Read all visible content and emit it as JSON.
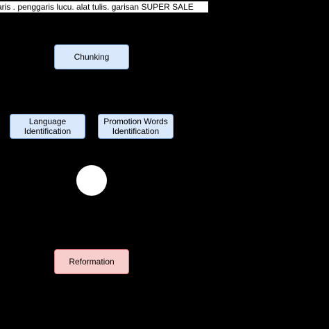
{
  "banner": {
    "text": "aris . penggaris lucu. alat tulis. garisan SUPER SALE"
  },
  "diagram": {
    "nodes": [
      {
        "id": "chunking",
        "label": "Chunking",
        "color": "#dae8fc"
      },
      {
        "id": "language",
        "label": "Language\nIdentification",
        "color": "#dae8fc"
      },
      {
        "id": "promotion",
        "label": "Promotion Words\nIdentification",
        "color": "#dae8fc"
      },
      {
        "id": "reformation",
        "label": "Reformation",
        "color": "#f8cecc"
      }
    ],
    "junction": {
      "shape": "circle",
      "color": "#ffffff"
    }
  }
}
